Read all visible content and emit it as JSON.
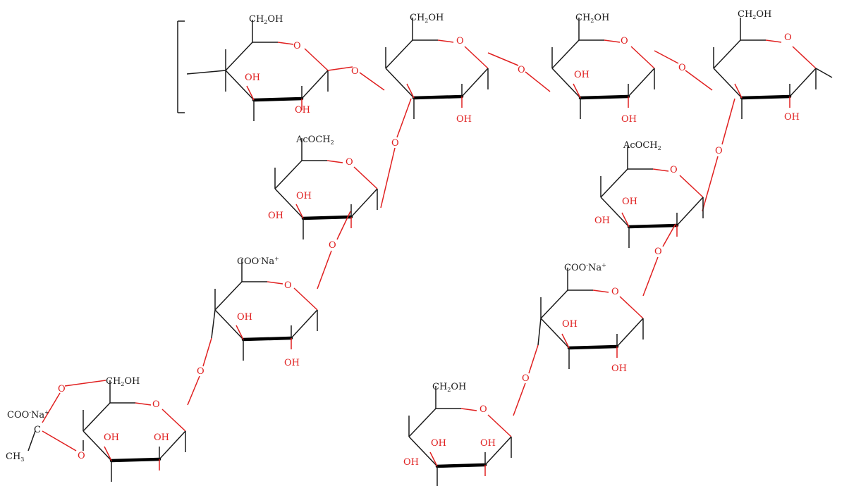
{
  "colors": {
    "bond": "#1a1a1a",
    "oxygen": "#e02020"
  },
  "labels": {
    "ring_o": "O",
    "oh": "OH",
    "ch2oh_a": "CH",
    "ch2oh_b": "2",
    "ch2oh_c": "OH",
    "acoch2_a": "AcOCH",
    "acoch2_b": "2",
    "coo_a": "COO",
    "coo_b": "-",
    "coo_c": "Na",
    "coo_d": "+",
    "carbon": "C",
    "ch3_a": "CH",
    "ch3_b": "3"
  }
}
